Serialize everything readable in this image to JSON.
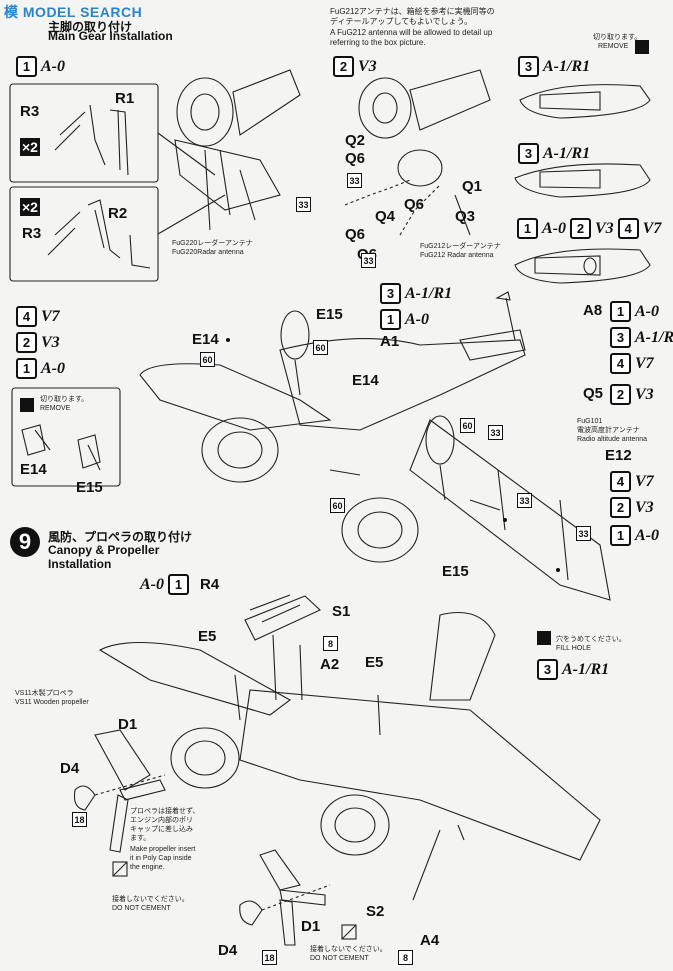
{
  "watermark": {
    "brand": "MODEL SEARCH",
    "glyph": "模"
  },
  "step8": {
    "title_jp": "主脚の取り付け",
    "title_en": "Main Gear Installation"
  },
  "fug212": {
    "jp": "FuG212アンテナは、箱絵を参考に実機同等の",
    "jp2": "ディテールアップしてもよいでしょう。",
    "en1": "A FuG212 antenna will be allowed to detail up",
    "en2": "referring to the box picture."
  },
  "remove_top": {
    "jp": "切り取ります。",
    "en": "REMOVE"
  },
  "remove_left": {
    "jp": "切り取ります。",
    "en": "REMOVE"
  },
  "fug220": {
    "jp": "FuG220レーダーアンテナ",
    "en": "FuG220Radar antenna"
  },
  "fug212_radar": {
    "jp": "FuG212レーダーアンテナ",
    "en": "FuG212 Radar antenna"
  },
  "fug101": {
    "line1": "FuG101",
    "jp": "電波高度計アンテナ",
    "en": "Radio altitude antenna"
  },
  "fill_hole": {
    "jp": "穴をうめてください。",
    "en": "FILL HOLE"
  },
  "step9": {
    "number": "9",
    "title_jp": "風防、プロペラの取り付け",
    "title_en1": "Canopy & Propeller",
    "title_en2": "Installation"
  },
  "propeller": {
    "jp": "VS11木製プロペラ",
    "en": "VS11 Wooden propeller"
  },
  "prop_note": {
    "jp1": "プロペラは接着せず、",
    "jp2": "エンジン内部のポリ",
    "jp3": "キャップに差し込み",
    "jp4": "ます。",
    "en1": "Make propeller insert",
    "en2": "it in Poly Cap inside",
    "en3": "the engine."
  },
  "no_cement": {
    "jp": "接着しないでください。",
    "en": "DO NOT CEMENT"
  },
  "variants": {
    "a0": "A-0",
    "v3": "V3",
    "a1r1": "A-1/R1",
    "v7": "V7",
    "n1": "1",
    "n2": "2",
    "n3": "3",
    "n4": "4"
  },
  "parts": {
    "R1": "R1",
    "R2": "R2",
    "R3": "R3",
    "R4": "R4",
    "Q1": "Q1",
    "Q2": "Q2",
    "Q3": "Q3",
    "Q4": "Q4",
    "Q5": "Q5",
    "Q6": "Q6",
    "A1": "A1",
    "A2": "A2",
    "A4": "A4",
    "A8": "A8",
    "E5": "E5",
    "E12": "E12",
    "E14": "E14",
    "E15": "E15",
    "S1": "S1",
    "S2": "S2",
    "D1": "D1",
    "D4": "D4"
  },
  "numbers": {
    "n33": "33",
    "n60": "60",
    "n8": "8",
    "n18": "18"
  },
  "qty": "×2"
}
